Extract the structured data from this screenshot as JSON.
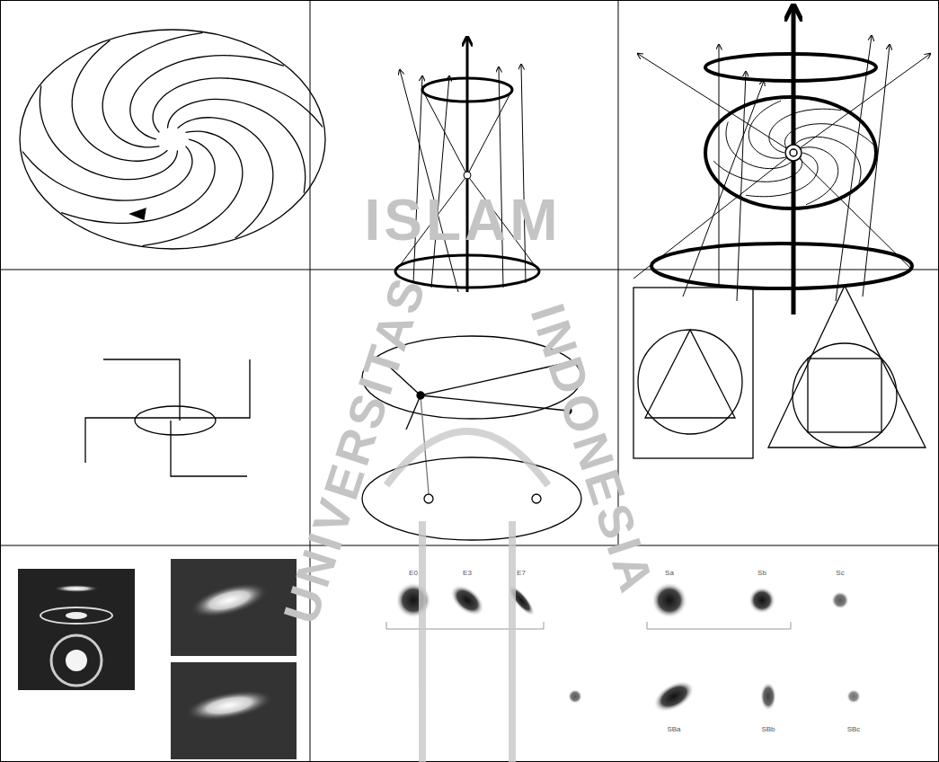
{
  "diagram": {
    "labels": [
      "ISLAM",
      "UNIVERSITAS",
      "INDONESIA",
      "E0",
      "E3",
      "E7",
      "Sa",
      "Sb",
      "Sc",
      "SBa",
      "SBb",
      "SBc"
    ]
  }
}
